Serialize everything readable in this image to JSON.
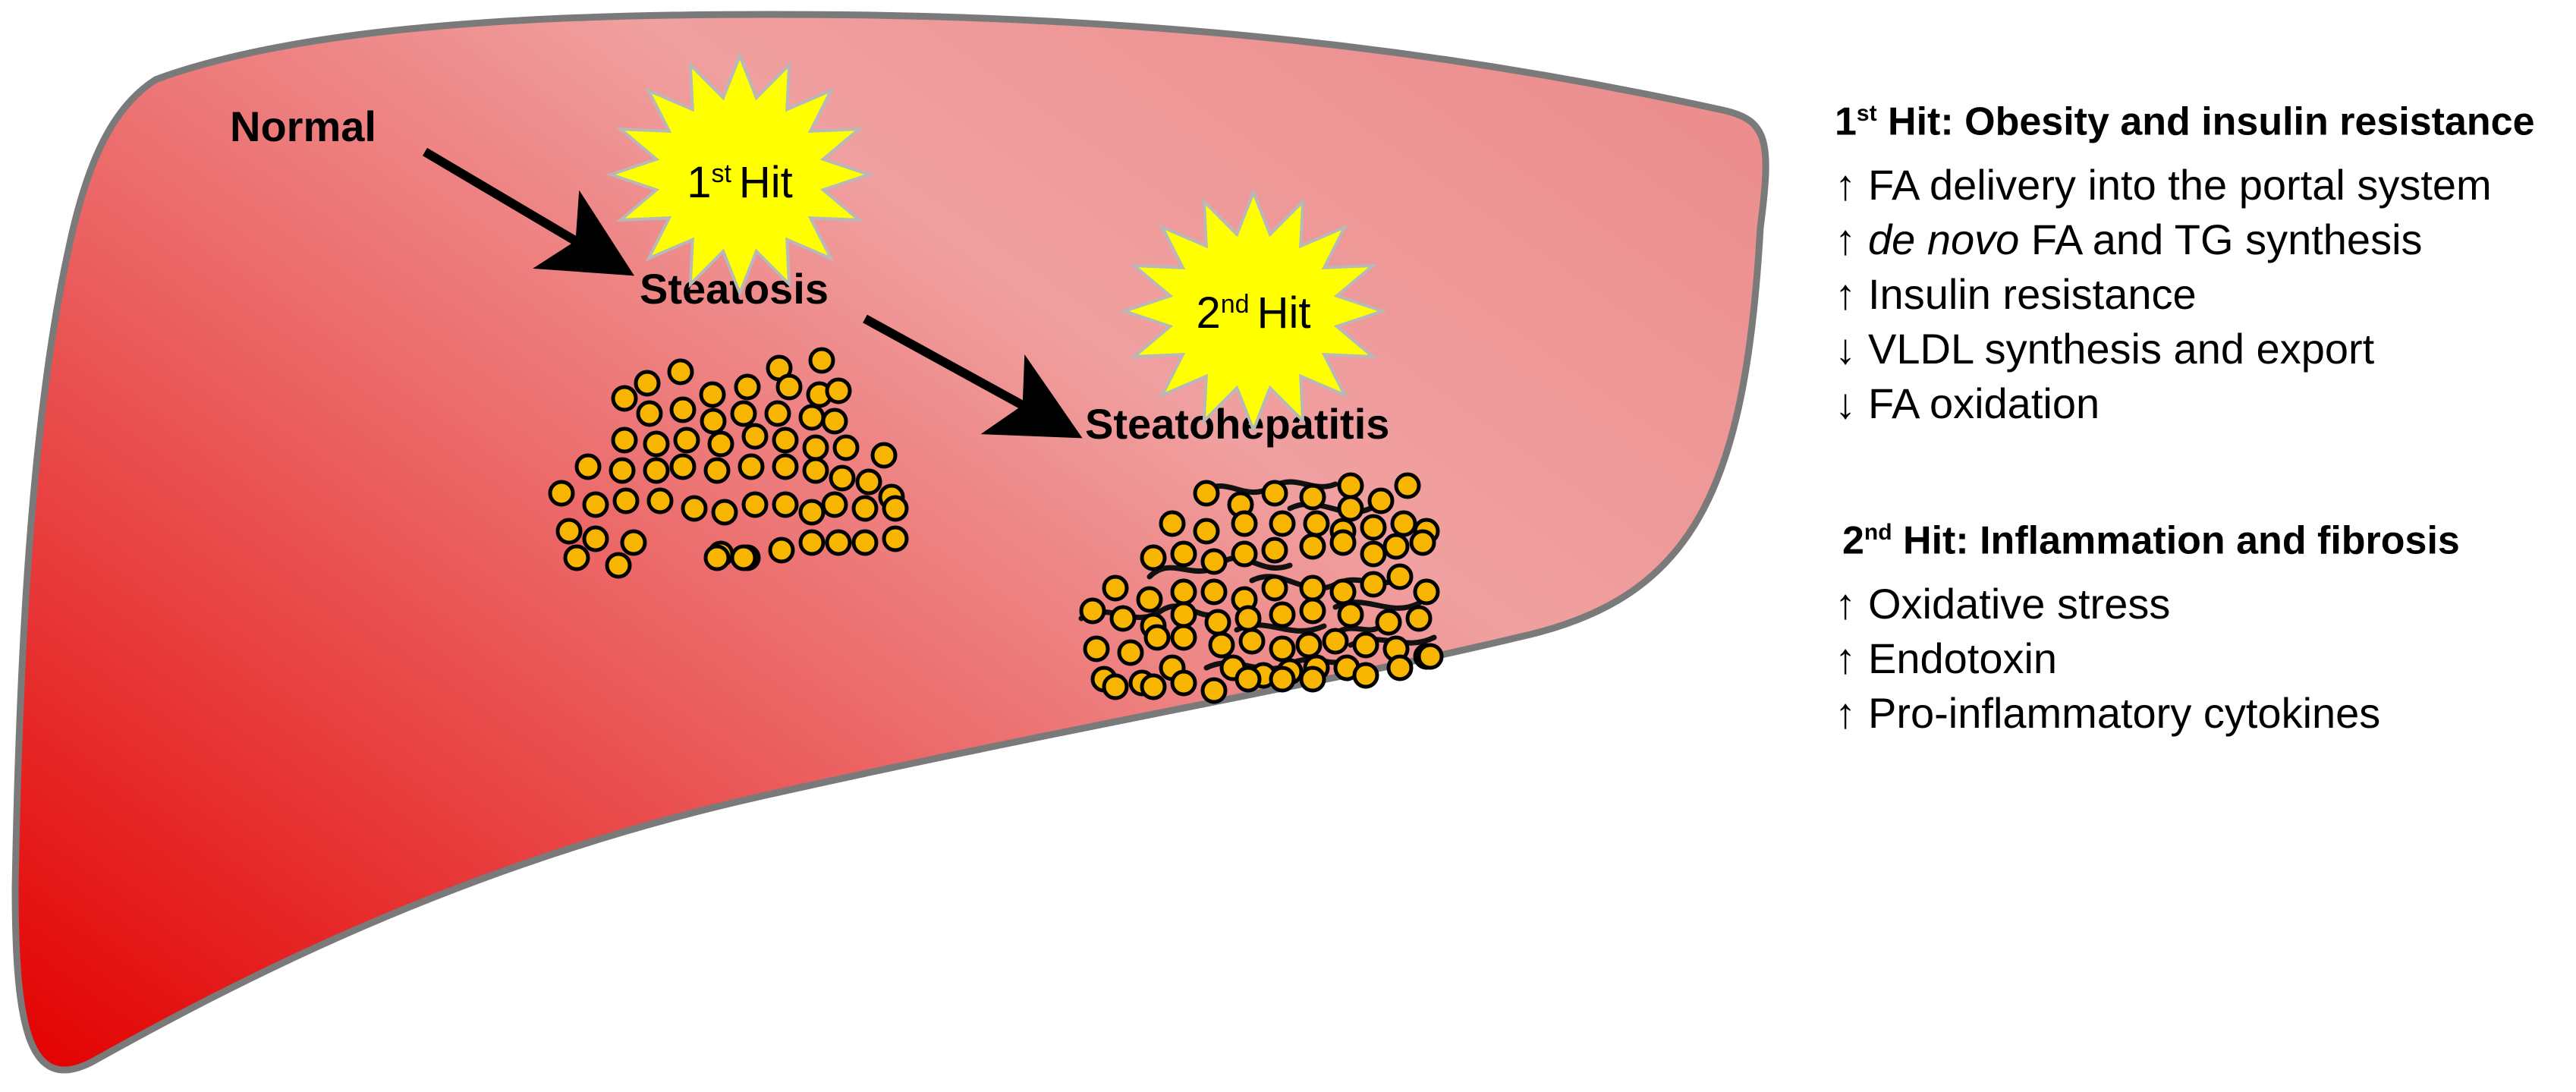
{
  "diagram": {
    "stages": {
      "normal": "Normal",
      "steatosis": "Steatosis",
      "steatohepatitis": "Steatohepatitis"
    },
    "hits": [
      {
        "number": "1",
        "suffix": "st",
        "word": "Hit"
      },
      {
        "number": "2",
        "suffix": "nd",
        "word": "Hit"
      }
    ]
  },
  "panel": {
    "first_hit": {
      "number": "1",
      "suffix": "st",
      "title": " Hit: Obesity and insulin resistance",
      "items": [
        {
          "arrow": "↑",
          "text": "FA delivery into the portal system"
        },
        {
          "arrow": "↑",
          "italic": "de novo",
          "text": " FA and TG synthesis"
        },
        {
          "arrow": "↑",
          "text": "Insulin resistance"
        },
        {
          "arrow": "↓",
          "text": "VLDL synthesis and export"
        },
        {
          "arrow": "↓",
          "text": "FA oxidation"
        }
      ]
    },
    "second_hit": {
      "number": "2",
      "suffix": "nd",
      "title": " Hit: Inflammation and fibrosis",
      "items": [
        {
          "arrow": "↑",
          "text": "Oxidative stress"
        },
        {
          "arrow": "↑",
          "text": "Endotoxin"
        },
        {
          "arrow": "↑",
          "text": "Pro-inflammatory cytokines"
        }
      ]
    }
  },
  "colors": {
    "liver_dark": "#e30000",
    "liver_light": "#f0a0a0",
    "liver_outline": "#7a7a7a",
    "burst_fill": "#ffff00",
    "fat_droplet": "#f7b500"
  }
}
